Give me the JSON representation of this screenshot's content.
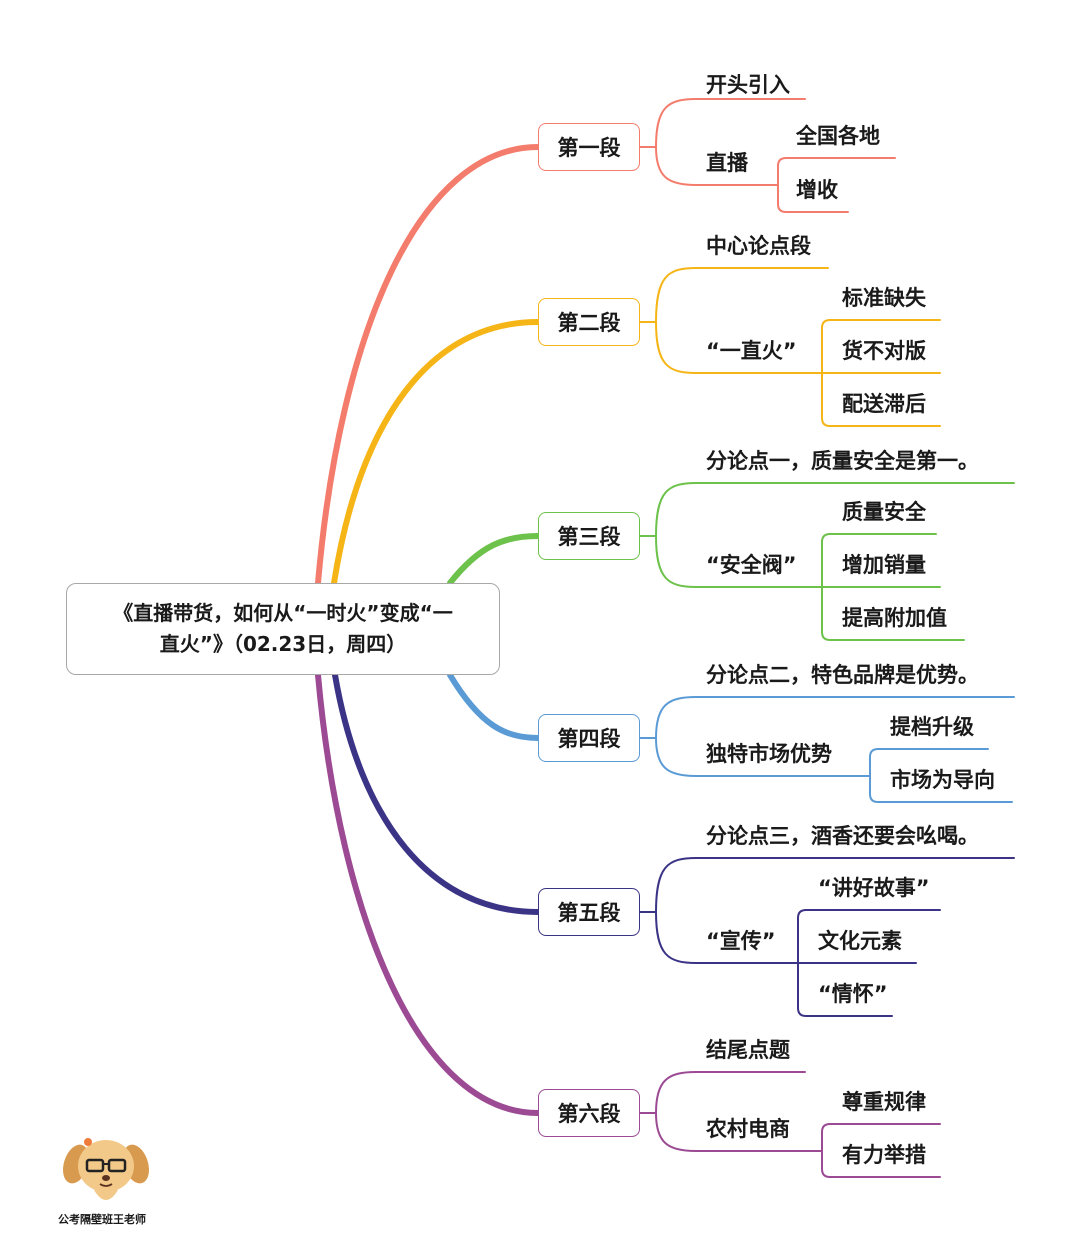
{
  "root": {
    "line1": "《直播带货，如何从“一时火”变成“一",
    "line2": "直火”》（02.23日，周四）"
  },
  "segments": [
    {
      "label": "第一段",
      "color": "#f47c6c",
      "topics": [
        {
          "text": "开头引入",
          "children": []
        },
        {
          "text": "直播",
          "children": [
            "全国各地",
            "增收"
          ]
        }
      ]
    },
    {
      "label": "第二段",
      "color": "#f5b517",
      "topics": [
        {
          "text": "中心论点段",
          "children": []
        },
        {
          "text": "“一直火”",
          "children": [
            "标准缺失",
            "货不对版",
            "配送滞后"
          ]
        }
      ]
    },
    {
      "label": "第三段",
      "color": "#6cc24a",
      "topics": [
        {
          "text": "分论点一，质量安全是第一。",
          "children": []
        },
        {
          "text": "“安全阀”",
          "children": [
            "质量安全",
            "增加销量",
            "提高附加值"
          ]
        }
      ]
    },
    {
      "label": "第四段",
      "color": "#5b9bd5",
      "topics": [
        {
          "text": "分论点二，特色品牌是优势。",
          "children": []
        },
        {
          "text": "独特市场优势",
          "children": [
            "提档升级",
            "市场为导向"
          ]
        }
      ]
    },
    {
      "label": "第五段",
      "color": "#3b3486",
      "topics": [
        {
          "text": "分论点三，酒香还要会吆喝。",
          "children": []
        },
        {
          "text": "“宣传”",
          "children": [
            "“讲好故事”",
            "文化元素",
            "“情怀”"
          ]
        }
      ]
    },
    {
      "label": "第六段",
      "color": "#9b4a93",
      "topics": [
        {
          "text": "结尾点题",
          "children": []
        },
        {
          "text": "农村电商",
          "children": [
            "尊重规律",
            "有力举措"
          ]
        }
      ]
    }
  ],
  "watermark": {
    "caption": "公考隔壁班王老师",
    "icon": "cartoon-dog-with-glasses-icon"
  }
}
